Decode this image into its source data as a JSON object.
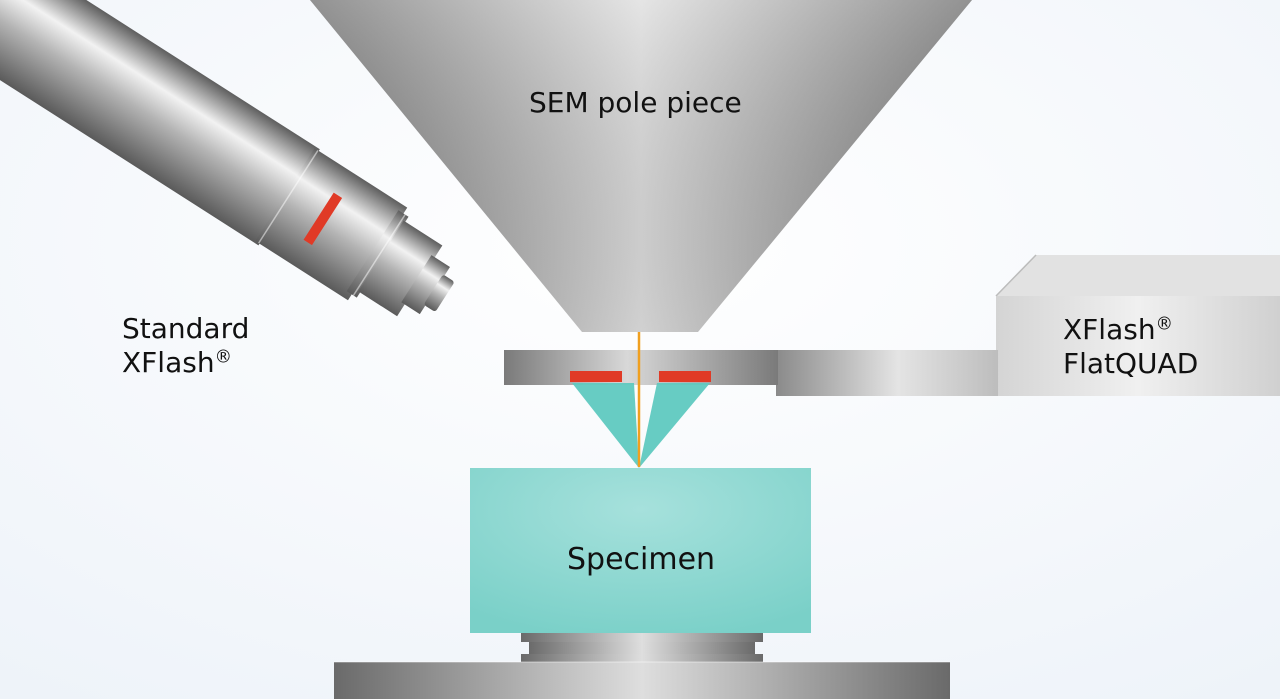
{
  "labels": {
    "pole_piece": "SEM pole piece",
    "standard_line1": "Standard",
    "standard_line2": "XFlash",
    "flatquad_line1": "XFlash",
    "flatquad_line2": "FlatQUAD",
    "registered_mark": "®",
    "specimen": "Specimen"
  },
  "colors": {
    "background": "#f3f7fb",
    "metal_light": "#e6e6e6",
    "metal_mid": "#a8a8a8",
    "metal_dark": "#666666",
    "detector_red": "#e03a26",
    "xray_cone": "#5fc9c0",
    "specimen": "#7dd2ca",
    "electron_beam": "#f0a020"
  }
}
